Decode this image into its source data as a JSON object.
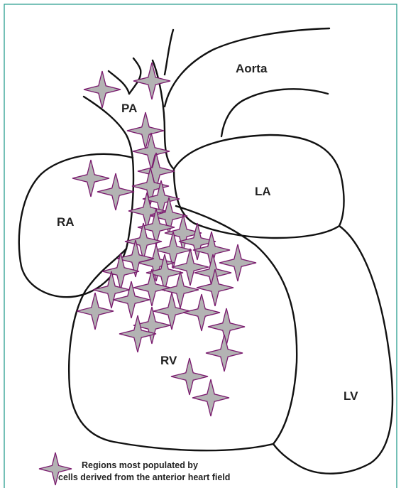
{
  "colors": {
    "border": "#2a9d8f",
    "outline": "#111111",
    "star_fill": "#b3b3b3",
    "star_stroke": "#7a1a6e"
  },
  "labels": {
    "aorta": "Aorta",
    "pa": "PA",
    "la": "LA",
    "ra": "RA",
    "rv": "RV",
    "lv": "LV"
  },
  "legend": {
    "icon": "four-point-star-icon",
    "line1": "Regions most populated by",
    "line2": "cells derived from the anterior heart field"
  }
}
